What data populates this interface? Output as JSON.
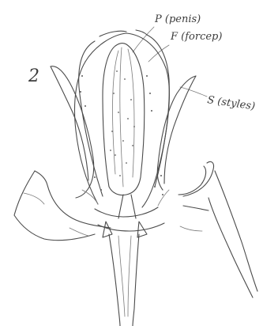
{
  "labels": {
    "figure_number": "2",
    "penis": "P (penis)",
    "forcep": "F (forcep)",
    "styles": "S (styles)"
  },
  "colors": {
    "ink": "#4a4a4a",
    "paper": "#ffffff"
  }
}
